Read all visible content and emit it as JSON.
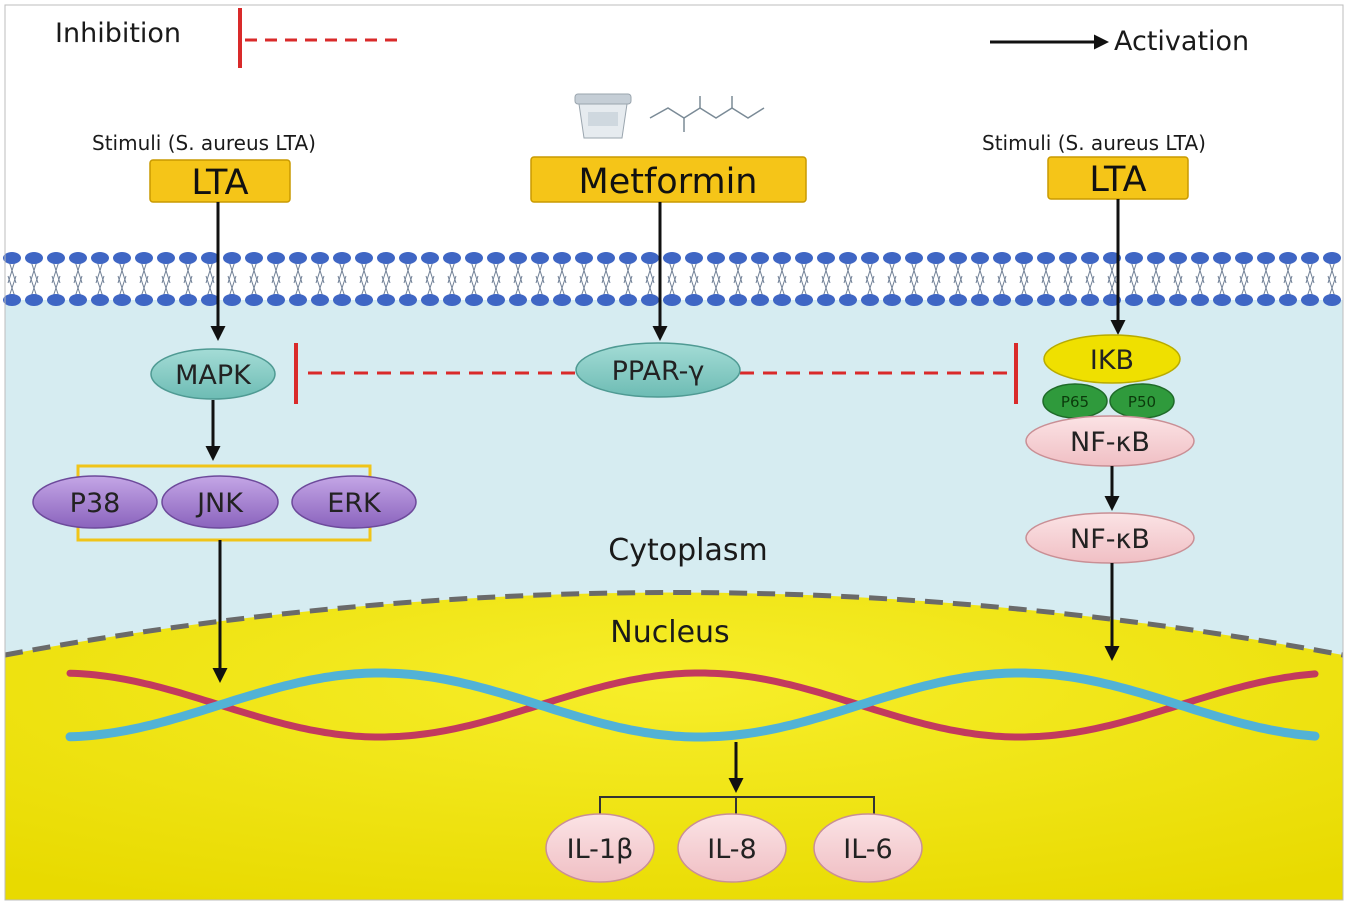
{
  "legend": {
    "inhibition": "Inhibition",
    "activation": "Activation"
  },
  "stimuli_left": "Stimuli (S. aureus LTA)",
  "stimuli_right": "Stimuli (S. aureus LTA)",
  "boxes": {
    "lta_left": "LTA",
    "metformin": "Metformin",
    "lta_right": "LTA"
  },
  "nodes": {
    "mapk": "MAPK",
    "ppar": "PPAR-γ",
    "ikb": "IKB",
    "p65": "P65",
    "p50": "P50",
    "nfkb_1": "NF-κB",
    "nfkb_2": "NF-κB",
    "p38": "P38",
    "jnk": "JNK",
    "erk": "ERK",
    "il1b": "IL-1β",
    "il8": "IL-8",
    "il6": "IL-6"
  },
  "compartments": {
    "cytoplasm": "Cytoplasm",
    "nucleus": "Nucleus"
  },
  "colors": {
    "box_fill": "#f5c518",
    "cytoplasm": "#d6ecf1",
    "nucleus": "#f2e600",
    "membrane_head": "#3f66c4",
    "inhibit": "#d92a2a",
    "teal_node": "#7cc9c2",
    "purple_node": "#a07ccc",
    "pink_node": "#f7d3d6",
    "green_node": "#2f9a3c",
    "dna_blue": "#52b2d6",
    "dna_red": "#c23a5e"
  },
  "icons": [
    "metformin-pill-container-icon",
    "metformin-chemical-structure-icon"
  ]
}
